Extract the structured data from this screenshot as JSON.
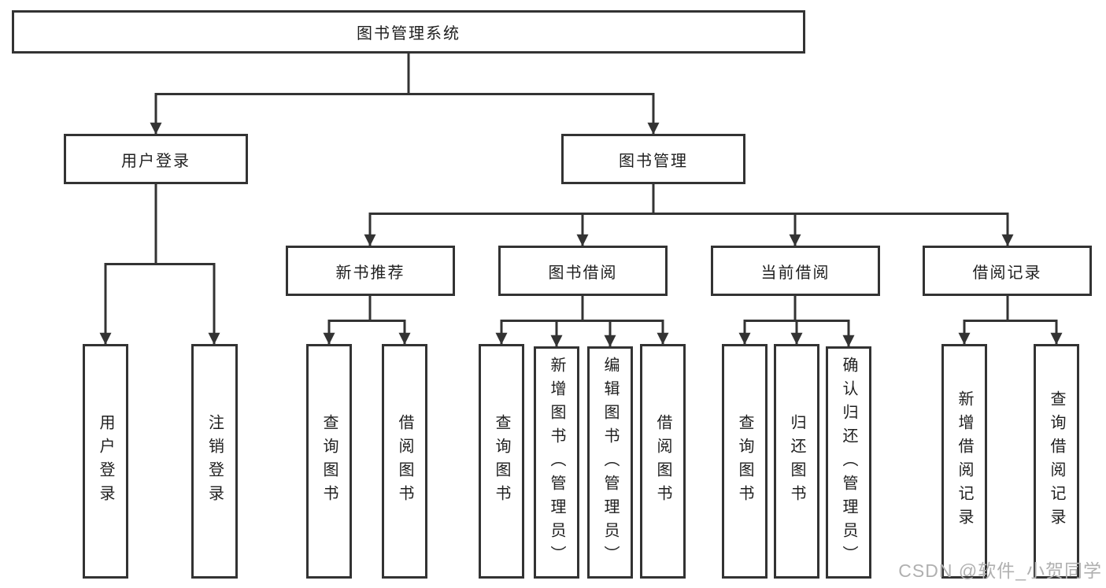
{
  "nodes": {
    "root": "图书管理系统",
    "user_login": "用户登录",
    "book_mgmt": "图书管理",
    "new_book": "新书推荐",
    "borrow": "图书借阅",
    "current": "当前借阅",
    "records": "借阅记录"
  },
  "leaves": {
    "user_login": [
      "用户登录",
      "注销登录"
    ],
    "new_book": [
      "查询图书",
      "借阅图书"
    ],
    "borrow": [
      "查询图书",
      "新增图书（管理员）",
      "编辑图书（管理员）",
      "借阅图书"
    ],
    "current": [
      "查询图书",
      "归还图书",
      "确认归还（管理员）"
    ],
    "records": [
      "新增借阅记录",
      "查询借阅记录"
    ]
  },
  "watermark": {
    "text": "CSDN @软件_小贺同学",
    "color": "#b0b0b0"
  },
  "colors": {
    "line": "#333333",
    "node_border": "#333333",
    "text": "#1f1f1f",
    "background": "#ffffff"
  }
}
